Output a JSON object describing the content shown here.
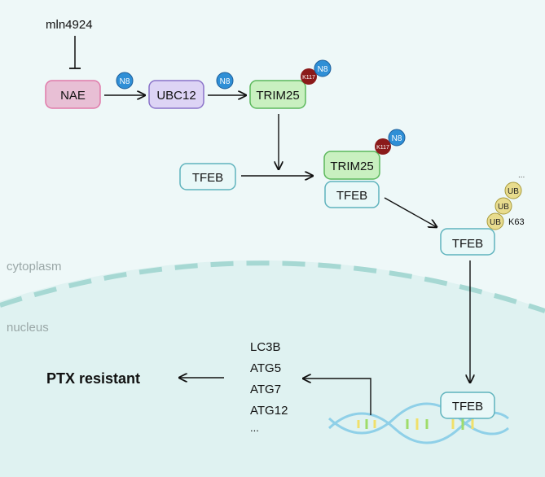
{
  "inhibitor": "mln4924",
  "nodes": {
    "nae": "NAE",
    "ubc12": "UBC12",
    "trim25_top": "TRIM25",
    "tfeb_left": "TFEB",
    "trim25_complex": "TRIM25",
    "tfeb_complex": "TFEB",
    "tfeb_ub": "TFEB",
    "tfeb_nucleus": "TFEB"
  },
  "modifiers": {
    "n8": "N8",
    "k117": "K117",
    "ub": "UB",
    "k63": "K63",
    "chain_ellipsis": "..."
  },
  "compartments": {
    "cytoplasm": "cytoplasm",
    "nucleus": "nucleus"
  },
  "target_genes": [
    "LC3B",
    "ATG5",
    "ATG7",
    "ATG12",
    "..."
  ],
  "outcome": "PTX resistant",
  "colors": {
    "background_cytoplasm": "#eef8f8",
    "background_nucleus": "#dff2f1",
    "membrane_dash": "#a6d8d3",
    "nae_fill": "#e8bfd5",
    "nae_stroke": "#e07aaa",
    "ubc12_fill": "#ddd4f5",
    "ubc12_stroke": "#8a72c9",
    "trim25_fill": "#c9f0c0",
    "trim25_stroke": "#5cb85c",
    "tfeb_fill": "#e9f8f8",
    "tfeb_stroke": "#5fb3bd",
    "n8_fill": "#2f8fd6",
    "k117_fill": "#8b1a1a",
    "ub_fill": "#e8dc8e",
    "dna_strand": "#8fd0e8"
  }
}
